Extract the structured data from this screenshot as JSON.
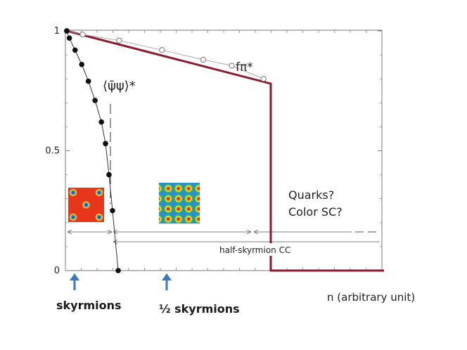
{
  "chart_data": {
    "type": "line",
    "title": "",
    "xlabel": "n (arbitrary unit)",
    "ylabel": "",
    "xlim": [
      0,
      100
    ],
    "ylim": [
      0,
      1
    ],
    "yticks": [
      "0",
      "0.5",
      "1"
    ],
    "grid": false,
    "series": [
      {
        "label": "⟨ψ̄ψ⟩*",
        "style": "black filled circles with thin line",
        "x": [
          0,
          0.8,
          2.6,
          4.7,
          6.8,
          8.9,
          10.9,
          12.2,
          13.3,
          14.4,
          16.2
        ],
        "y": [
          1,
          0.97,
          0.92,
          0.86,
          0.79,
          0.71,
          0.62,
          0.53,
          0.4,
          0.25,
          0
        ]
      },
      {
        "label": "fπ* (open circles)",
        "style": "gray open circles",
        "x": [
          0,
          5,
          16.5,
          30,
          43,
          52,
          62
        ],
        "y": [
          1,
          0.985,
          0.96,
          0.92,
          0.88,
          0.855,
          0.8
        ]
      },
      {
        "label": "fπ* (model)",
        "style": "dark red thick line",
        "x": [
          0,
          64.3,
          64.3,
          100
        ],
        "y": [
          1,
          0.78,
          0,
          0
        ],
        "color": "#8b1a2e"
      }
    ],
    "annotations": {
      "chiral_condensate": "⟨ψ̄ψ⟩*",
      "f_pi": "fπ*",
      "quarks_line1": "Quarks?",
      "quarks_line2": "Color SC?",
      "half_skyrmion_cc": "half-skyrmion CC",
      "skyrmions": "skyrmions",
      "half_skyrmions": "½ skyrmions"
    },
    "colors": {
      "red_line": "#8b1a2e",
      "arrow": "#3a7bbf"
    }
  }
}
